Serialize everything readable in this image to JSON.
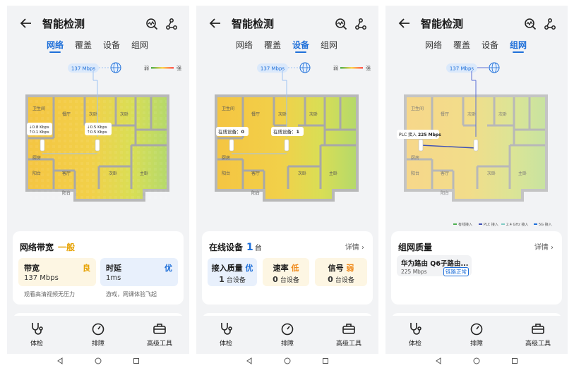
{
  "common": {
    "title": "智能检测",
    "tabs": [
      "网络",
      "覆盖",
      "设备",
      "组网"
    ],
    "speed": "137 Mbps",
    "legend_weak": "弱",
    "legend_strong": "强",
    "rooms": {
      "bathroom": "卫生间",
      "dining": "餐厅",
      "bedroom_second": "次卧",
      "kitchen": "厨房",
      "living": "客厅",
      "master": "主卧",
      "balcony": "阳台"
    },
    "nav": [
      "体检",
      "排障",
      "高级工具"
    ],
    "colors": {
      "accent": "#1e6fd9",
      "good": "#e6a100",
      "excellent": "#1e6fd9",
      "warn": "#f08c1e"
    }
  },
  "screen1": {
    "active_tab": "网络",
    "node1_down": "0.8 Kbps",
    "node1_up": "0.1 Kbps",
    "node2_down": "0.5 Kbps",
    "node2_up": "0.5 Kbps",
    "card_title": "网络带宽",
    "card_level": "一般",
    "bandwidth_label": "带宽",
    "bandwidth_quality": "良",
    "bandwidth_value": "137 Mbps",
    "bandwidth_desc": "观看高清视频无压力",
    "latency_label": "时延",
    "latency_quality": "优",
    "latency_value": "1ms",
    "latency_desc": "游戏，网课体验飞起"
  },
  "screen2": {
    "active_tab": "设备",
    "node1_label": "在线设备：",
    "node1_count": "0",
    "node2_label": "在线设备：",
    "node2_count": "1",
    "card_title": "在线设备",
    "card_count": "1",
    "card_unit": "台",
    "more": "详情",
    "stats": [
      {
        "label": "接入质量",
        "quality": "优",
        "count": "1",
        "unit": "台设备"
      },
      {
        "label": "速率",
        "quality": "低",
        "count": "0",
        "unit": "台设备"
      },
      {
        "label": "信号",
        "quality": "弱",
        "count": "0",
        "unit": "台设备"
      }
    ]
  },
  "screen3": {
    "active_tab": "组网",
    "plc_label": "PLC 接入",
    "plc_speed": "225 Mbps",
    "legend": [
      "有线接入",
      "PLC 接入",
      "2.4 GHz 接入",
      "5G 接入"
    ],
    "card_title": "组网质量",
    "more": "详情",
    "mesh_name": "华为路由 Q6子路由...",
    "mesh_speed": "225 Mbps",
    "mesh_status": "链路正常"
  }
}
